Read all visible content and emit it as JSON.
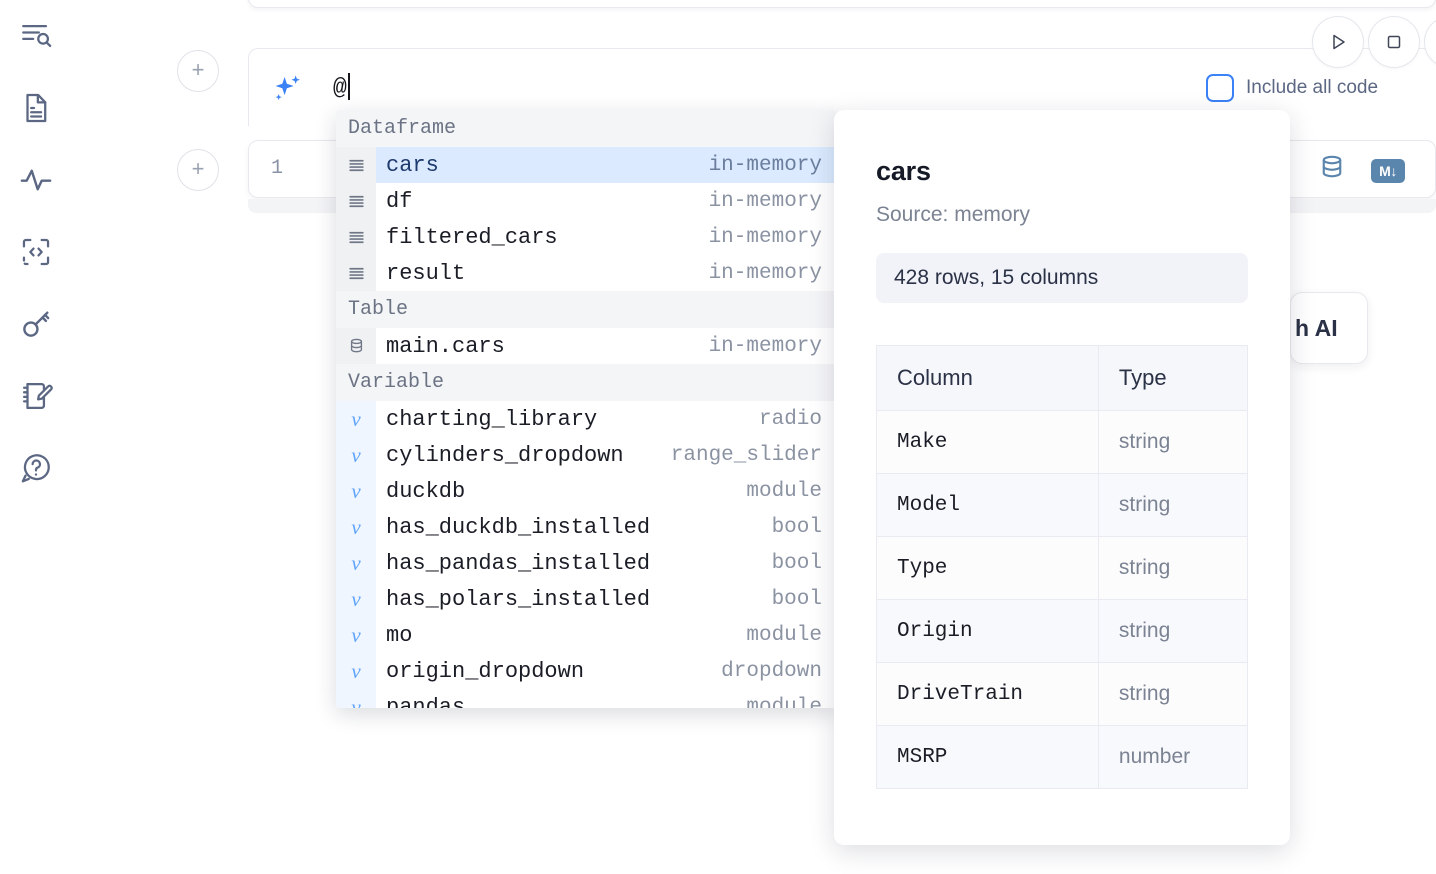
{
  "sidebar": {
    "items": [
      {
        "name": "file-explorer-search-icon",
        "label": "Explore files"
      },
      {
        "name": "document-icon",
        "label": "Notebook"
      },
      {
        "name": "activity-pulse-icon",
        "label": "Activity"
      },
      {
        "name": "code-brackets-icon",
        "label": "Snippets"
      },
      {
        "name": "key-icon",
        "label": "Secrets"
      },
      {
        "name": "scratchpad-edit-icon",
        "label": "Scratchpad"
      },
      {
        "name": "help-chat-icon",
        "label": "Help"
      }
    ]
  },
  "prompt": {
    "ai_icon": "sparkles-icon",
    "text": "@",
    "include_all_code_label": "Include all code",
    "include_all_code_checked": false,
    "run_button": "run-icon",
    "stop_button": "stop-icon"
  },
  "cell": {
    "line_number": "1",
    "database_icon": "database-icon",
    "markdown_icon": "markdown-icon"
  },
  "floating_chip": {
    "label": "h AI"
  },
  "add_buttons": {
    "label": "+"
  },
  "autocomplete": {
    "groups": [
      {
        "title": "Dataframe",
        "icon": "dataframe-icon",
        "items": [
          {
            "name": "cars",
            "meta": "in-memory",
            "selected": true
          },
          {
            "name": "df",
            "meta": "in-memory",
            "selected": false
          },
          {
            "name": "filtered_cars",
            "meta": "in-memory",
            "selected": false
          },
          {
            "name": "result",
            "meta": "in-memory",
            "selected": false
          }
        ]
      },
      {
        "title": "Table",
        "icon": "database-icon",
        "items": [
          {
            "name": "main.cars",
            "meta": "in-memory",
            "selected": false
          }
        ]
      },
      {
        "title": "Variable",
        "icon": "variable-icon",
        "items": [
          {
            "name": "charting_library",
            "meta": "radio",
            "selected": false
          },
          {
            "name": "cylinders_dropdown",
            "meta": "range_slider",
            "selected": false
          },
          {
            "name": "duckdb",
            "meta": "module",
            "selected": false
          },
          {
            "name": "has_duckdb_installed",
            "meta": "bool",
            "selected": false
          },
          {
            "name": "has_pandas_installed",
            "meta": "bool",
            "selected": false
          },
          {
            "name": "has_polars_installed",
            "meta": "bool",
            "selected": false
          },
          {
            "name": "mo",
            "meta": "module",
            "selected": false
          },
          {
            "name": "origin_dropdown",
            "meta": "dropdown",
            "selected": false
          },
          {
            "name": "pandas",
            "meta": "module",
            "selected": false
          }
        ]
      }
    ]
  },
  "preview": {
    "title": "cars",
    "source": "Source: memory",
    "shape": "428 rows, 15 columns",
    "table": {
      "headers": [
        "Column",
        "Type"
      ],
      "rows": [
        {
          "column": "Make",
          "type": "string"
        },
        {
          "column": "Model",
          "type": "string"
        },
        {
          "column": "Type",
          "type": "string"
        },
        {
          "column": "Origin",
          "type": "string"
        },
        {
          "column": "DriveTrain",
          "type": "string"
        },
        {
          "column": "MSRP",
          "type": "number"
        }
      ]
    }
  },
  "colors": {
    "accent_blue": "#3b82f6",
    "selected_row_bg": "#dbeafe",
    "icon_gray": "#5b6783",
    "db_icon": "#5a86ad"
  }
}
